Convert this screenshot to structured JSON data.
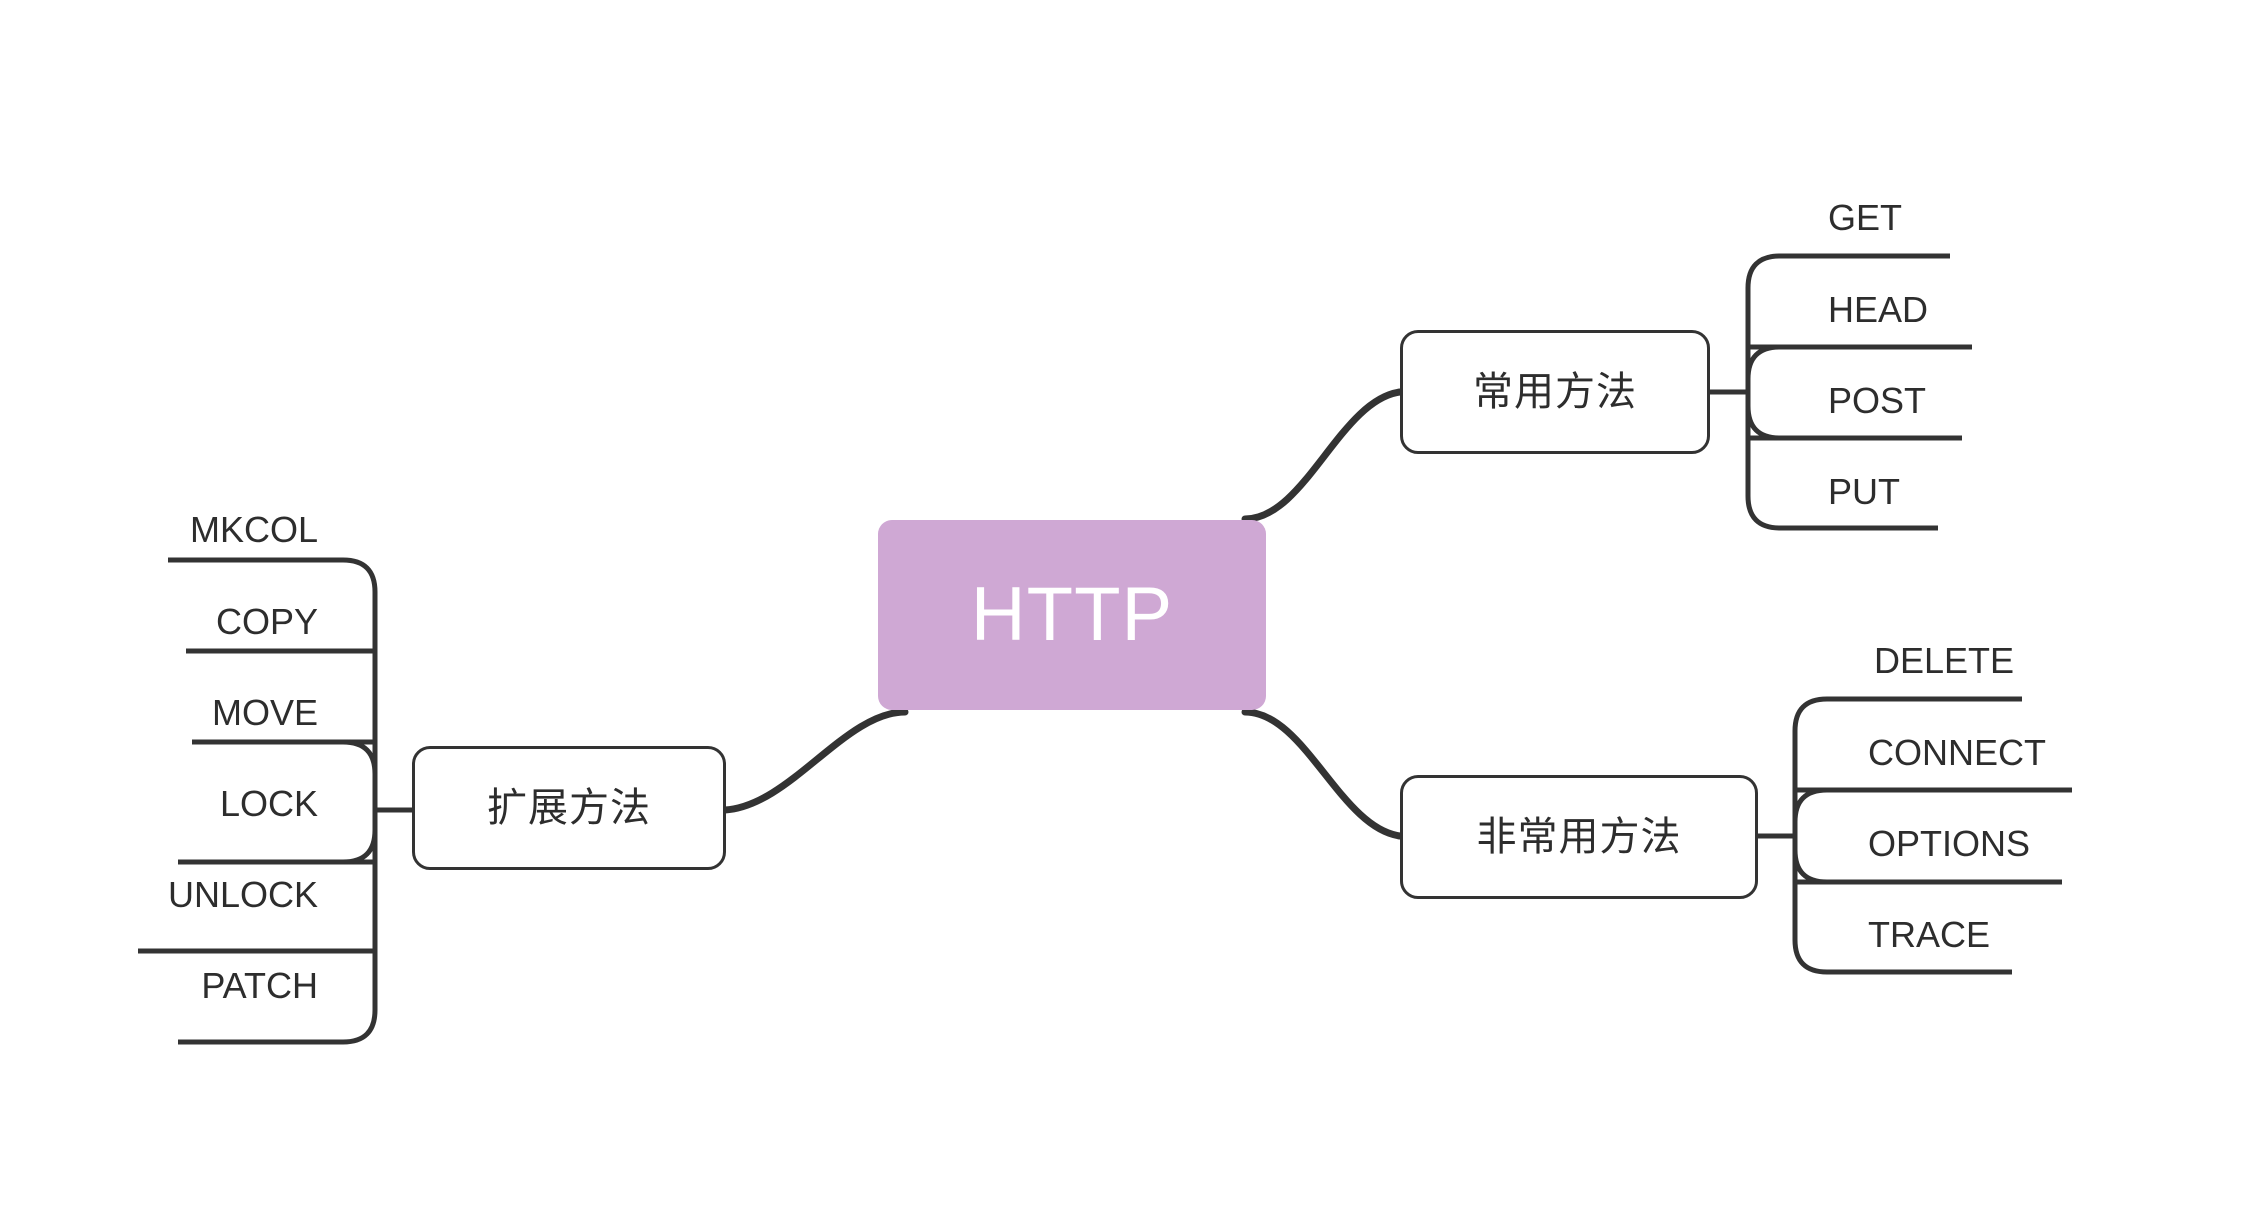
{
  "diagram": {
    "type": "mind-map",
    "title": "HTTP",
    "background": "#ffffff",
    "root_color": "#cfa8d4",
    "line_color": "#333333",
    "text_color": "#2d2d2d",
    "root": {
      "label": "HTTP"
    },
    "branches": [
      {
        "id": "common-methods",
        "label": "常用方法",
        "side": "right",
        "leaves": [
          {
            "label": "GET",
            "highlighted": false
          },
          {
            "label": "HEAD",
            "highlighted": false
          },
          {
            "label": "POST",
            "highlighted": true
          },
          {
            "label": "PUT",
            "highlighted": false
          }
        ]
      },
      {
        "id": "uncommon-methods",
        "label": "非常用方法",
        "side": "right",
        "leaves": [
          {
            "label": "DELETE",
            "highlighted": false
          },
          {
            "label": "CONNECT",
            "highlighted": false
          },
          {
            "label": "OPTIONS",
            "highlighted": true
          },
          {
            "label": "TRACE",
            "highlighted": false
          }
        ]
      },
      {
        "id": "extension-methods",
        "label": "扩展方法",
        "side": "left",
        "leaves": [
          {
            "label": "MKCOL",
            "highlighted": false
          },
          {
            "label": "COPY",
            "highlighted": false
          },
          {
            "label": "MOVE",
            "highlighted": false
          },
          {
            "label": "LOCK",
            "highlighted": true
          },
          {
            "label": "UNLOCK",
            "highlighted": false
          },
          {
            "label": "PATCH",
            "highlighted": false
          }
        ]
      }
    ]
  }
}
